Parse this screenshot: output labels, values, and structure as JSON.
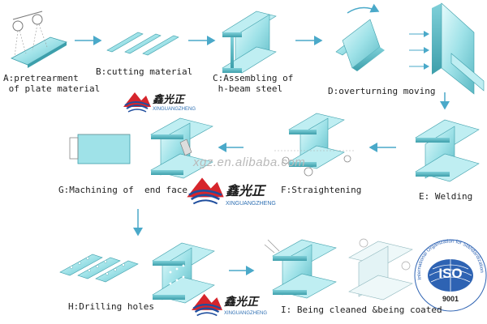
{
  "steps": {
    "a": {
      "label": "A:pretrearment\n of plate material"
    },
    "b": {
      "label": "B:cutting material"
    },
    "c": {
      "label": "C:Assembling of\n h-beam steel"
    },
    "d": {
      "label": "D:overturning moving"
    },
    "e": {
      "label": "E: Welding"
    },
    "f": {
      "label": "F:Straightening"
    },
    "g": {
      "label": "G:Machining of  end face"
    },
    "h": {
      "label": "H:Drilling holes"
    },
    "i": {
      "label": "I: Being cleaned &being coated"
    }
  },
  "brand": {
    "chinese_name": "鑫光正",
    "english_name": "XINGUANGZHENG",
    "watermark": "xgz.en.alibaba.com"
  },
  "iso": {
    "ring_text": "International Organization for Standardization",
    "mark": "ISO",
    "standard": "9001"
  },
  "colors": {
    "steel_light": "#c9f1f3",
    "steel_mid": "#8fdce3",
    "steel_dark": "#3d9fab",
    "arrow": "#4aa9c9",
    "brand_red": "#d6252c",
    "brand_blue": "#1f4e9e"
  }
}
